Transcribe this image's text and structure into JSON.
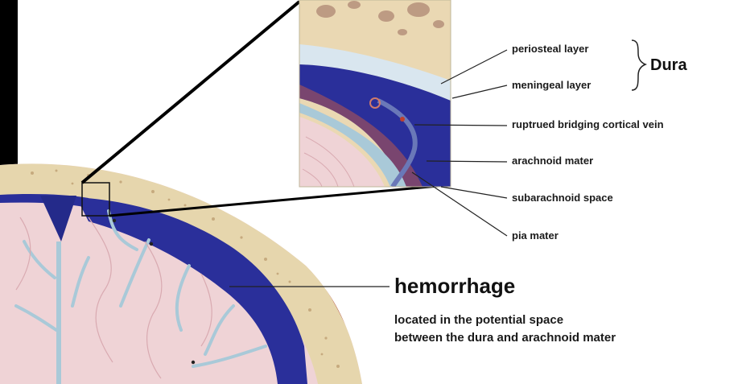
{
  "labels": {
    "periosteal": "periosteal layer",
    "meningeal": "meningeal layer",
    "dura": "Dura",
    "bridging_vein": "ruptrued bridging cortical vein",
    "arachnoid": "arachnoid mater",
    "subarachnoid": "subarachnoid space",
    "pia": "pia mater"
  },
  "hemorrhage": {
    "title": "hemorrhage",
    "caption_line1": "located in the potential space",
    "caption_line2": "between the dura and arachnoid mater"
  },
  "colors": {
    "background": "#ffffff",
    "left_border": "#000000",
    "bone": "#e6d6ad",
    "dura_blue": "#2a2f9a",
    "hemorrhage_red": "#c0402c",
    "brain_pink": "#efd3d6",
    "csf_blue": "#a9c9d8"
  }
}
